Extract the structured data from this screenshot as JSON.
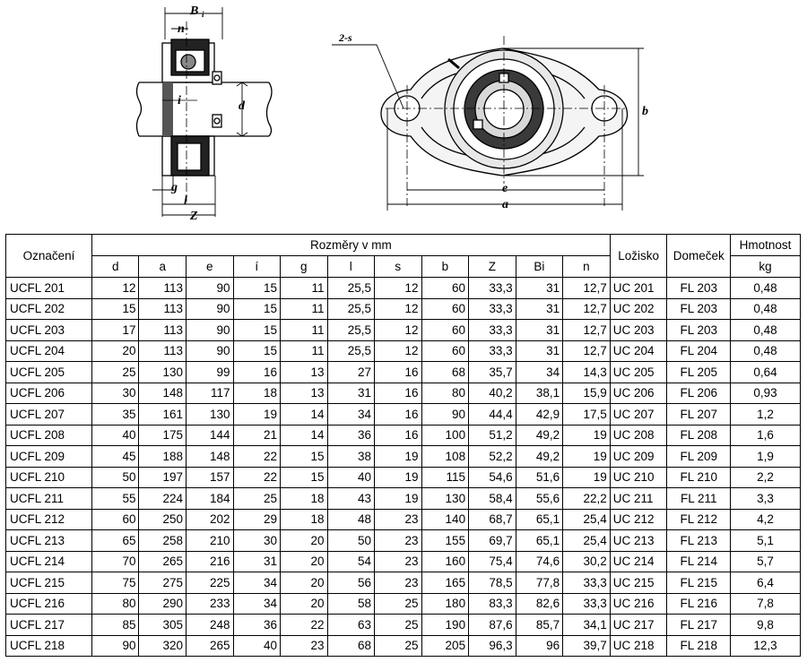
{
  "drawing": {
    "labels": {
      "Bi": "B",
      "Bi_sub": "i",
      "n": "n",
      "i": "i",
      "d": "d",
      "g": "g",
      "l": "l",
      "Z": "Z",
      "thread": "2-s",
      "b": "b",
      "e": "e",
      "a": "a"
    }
  },
  "table": {
    "headers": {
      "designation": "Označení",
      "dimensions": "Rozměry v mm",
      "bearing": "Ložisko",
      "housing": "Domeček",
      "weight": "Hmotnost",
      "weight_unit": "kg"
    },
    "columns": [
      "d",
      "a",
      "e",
      "í",
      "g",
      "l",
      "s",
      "b",
      "Z",
      "Bi",
      "n"
    ],
    "rows": [
      [
        "UCFL 201",
        "12",
        "113",
        "90",
        "15",
        "11",
        "25,5",
        "12",
        "60",
        "33,3",
        "31",
        "12,7",
        "UC 201",
        "FL 203",
        "0,48"
      ],
      [
        "UCFL 202",
        "15",
        "113",
        "90",
        "15",
        "11",
        "25,5",
        "12",
        "60",
        "33,3",
        "31",
        "12,7",
        "UC 202",
        "FL 203",
        "0,48"
      ],
      [
        "UCFL 203",
        "17",
        "113",
        "90",
        "15",
        "11",
        "25,5",
        "12",
        "60",
        "33,3",
        "31",
        "12,7",
        "UC 203",
        "FL 203",
        "0,48"
      ],
      [
        "UCFL 204",
        "20",
        "113",
        "90",
        "15",
        "11",
        "25,5",
        "12",
        "60",
        "33,3",
        "31",
        "12,7",
        "UC 204",
        "FL 204",
        "0,48"
      ],
      [
        "UCFL 205",
        "25",
        "130",
        "99",
        "16",
        "13",
        "27",
        "16",
        "68",
        "35,7",
        "34",
        "14,3",
        "UC 205",
        "FL 205",
        "0,64"
      ],
      [
        "UCFL 206",
        "30",
        "148",
        "117",
        "18",
        "13",
        "31",
        "16",
        "80",
        "40,2",
        "38,1",
        "15,9",
        "UC 206",
        "FL 206",
        "0,93"
      ],
      [
        "UCFL 207",
        "35",
        "161",
        "130",
        "19",
        "14",
        "34",
        "16",
        "90",
        "44,4",
        "42,9",
        "17,5",
        "UC 207",
        "FL 207",
        "1,2"
      ],
      [
        "UCFL 208",
        "40",
        "175",
        "144",
        "21",
        "14",
        "36",
        "16",
        "100",
        "51,2",
        "49,2",
        "19",
        "UC 208",
        "FL 208",
        "1,6"
      ],
      [
        "UCFL 209",
        "45",
        "188",
        "148",
        "22",
        "15",
        "38",
        "19",
        "108",
        "52,2",
        "49,2",
        "19",
        "UC 209",
        "FL 209",
        "1,9"
      ],
      [
        "UCFL 210",
        "50",
        "197",
        "157",
        "22",
        "15",
        "40",
        "19",
        "115",
        "54,6",
        "51,6",
        "19",
        "UC 210",
        "FL 210",
        "2,2"
      ],
      [
        "UCFL 211",
        "55",
        "224",
        "184",
        "25",
        "18",
        "43",
        "19",
        "130",
        "58,4",
        "55,6",
        "22,2",
        "UC 211",
        "FL 211",
        "3,3"
      ],
      [
        "UCFL 212",
        "60",
        "250",
        "202",
        "29",
        "18",
        "48",
        "23",
        "140",
        "68,7",
        "65,1",
        "25,4",
        "UC 212",
        "FL 212",
        "4,2"
      ],
      [
        "UCFL 213",
        "65",
        "258",
        "210",
        "30",
        "20",
        "50",
        "23",
        "155",
        "69,7",
        "65,1",
        "25,4",
        "UC 213",
        "FL 213",
        "5,1"
      ],
      [
        "UCFL 214",
        "70",
        "265",
        "216",
        "31",
        "20",
        "54",
        "23",
        "160",
        "75,4",
        "74,6",
        "30,2",
        "UC 214",
        "FL 214",
        "5,7"
      ],
      [
        "UCFL 215",
        "75",
        "275",
        "225",
        "34",
        "20",
        "56",
        "23",
        "165",
        "78,5",
        "77,8",
        "33,3",
        "UC 215",
        "FL 215",
        "6,4"
      ],
      [
        "UCFL 216",
        "80",
        "290",
        "233",
        "34",
        "20",
        "58",
        "25",
        "180",
        "83,3",
        "82,6",
        "33,3",
        "UC 216",
        "FL 216",
        "7,8"
      ],
      [
        "UCFL 217",
        "85",
        "305",
        "248",
        "36",
        "22",
        "63",
        "25",
        "190",
        "87,6",
        "85,7",
        "34,1",
        "UC 217",
        "FL 217",
        "9,8"
      ],
      [
        "UCFL 218",
        "90",
        "320",
        "265",
        "40",
        "23",
        "68",
        "25",
        "205",
        "96,3",
        "96",
        "39,7",
        "UC 218",
        "FL 218",
        "12,3"
      ]
    ]
  }
}
